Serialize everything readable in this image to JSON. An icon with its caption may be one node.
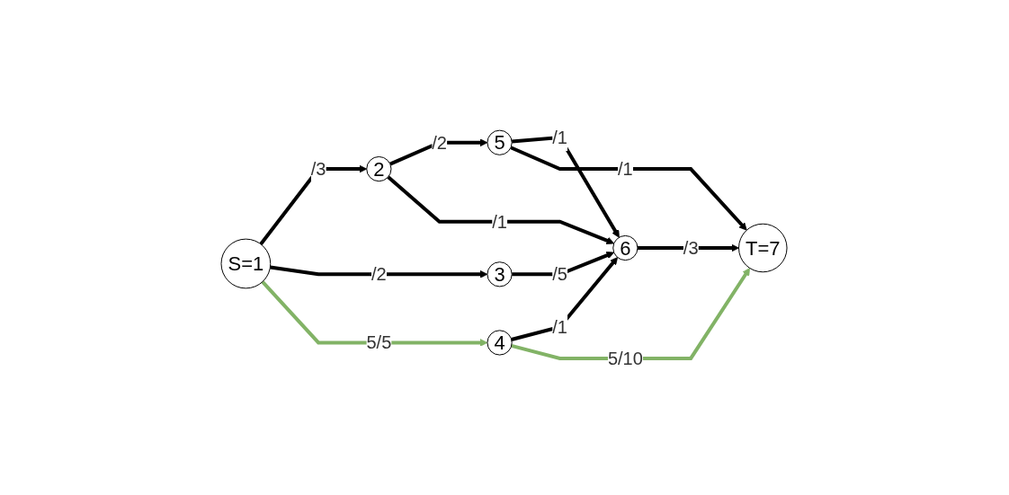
{
  "diagram": {
    "nodes": [
      {
        "text": [
          "S=1"
        ]
      },
      {
        "text": [
          "2"
        ]
      },
      {
        "text": [
          "3"
        ]
      },
      {
        "text": [
          "4"
        ]
      },
      {
        "text": [
          "5"
        ]
      },
      {
        "text": [
          "6"
        ]
      },
      {
        "text": [
          "T=7"
        ]
      }
    ],
    "edges": [
      {
        "from": 0,
        "to": 1,
        "arrow": "to",
        "label": "/3"
      },
      {
        "from": 0,
        "to": 2,
        "arrow": "to",
        "label": "/2"
      },
      {
        "from": 0,
        "to": 3,
        "arrow": "to",
        "label": "5/5",
        "color": "#82b366"
      },
      {
        "from": 1,
        "to": 4,
        "arrow": "to",
        "label": "/2"
      },
      {
        "from": 1,
        "to": 5,
        "arrow": "to",
        "label": "/1"
      },
      {
        "from": 2,
        "to": 5,
        "arrow": "to",
        "label": "/5"
      },
      {
        "from": 3,
        "to": 5,
        "arrow": "to",
        "label": "/1"
      },
      {
        "from": 3,
        "to": 6,
        "arrow": "to",
        "label": "5/10",
        "color": "#82b366"
      },
      {
        "from": 4,
        "to": 5,
        "arrow": "to",
        "label": "/1"
      },
      {
        "from": 4,
        "to": 6,
        "arrow": "to",
        "label": "/1"
      },
      {
        "from": 5,
        "to": 6,
        "arrow": "to",
        "label": "/3"
      }
    ]
  }
}
